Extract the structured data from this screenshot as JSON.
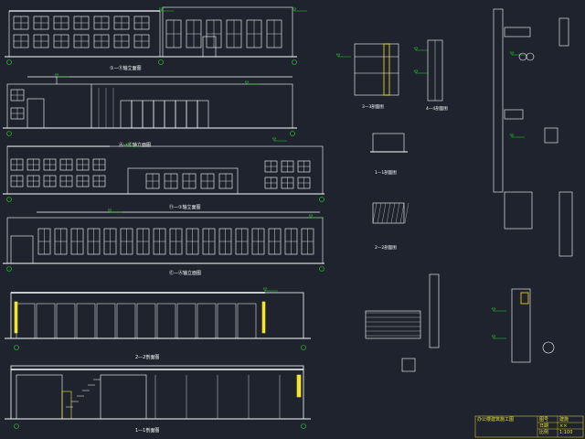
{
  "drawing": {
    "background": "#1e232d",
    "line_color": "#ffffff",
    "accent_color": "#f5e52a",
    "dim_color": "#2bd22b",
    "text_color": "#ffffff"
  },
  "elevations": [
    {
      "id": "north",
      "title": "①—⑪轴立面图"
    },
    {
      "id": "east",
      "title": "Ⓐ—Ⓔ轴立面图"
    },
    {
      "id": "west",
      "title": "⑪—①轴立面图"
    },
    {
      "id": "south",
      "title": "Ⓔ—Ⓐ轴立面图"
    }
  ],
  "sections": [
    {
      "id": "section-2",
      "title": "2—2剖面图"
    },
    {
      "id": "section-1",
      "title": "1—1剖面图"
    }
  ],
  "details": [
    {
      "id": "detail-1",
      "title": "1—1剖面图"
    },
    {
      "id": "detail-2",
      "title": "2—2剖面图"
    },
    {
      "id": "detail-3",
      "title": "3—3剖面图"
    },
    {
      "id": "detail-4",
      "title": "4—4剖面图"
    }
  ],
  "title_block": {
    "title": "办公楼建筑施工图",
    "labels": [
      "图号",
      "日期",
      "比例"
    ],
    "values": [
      "建施",
      "××",
      "1:100"
    ]
  }
}
